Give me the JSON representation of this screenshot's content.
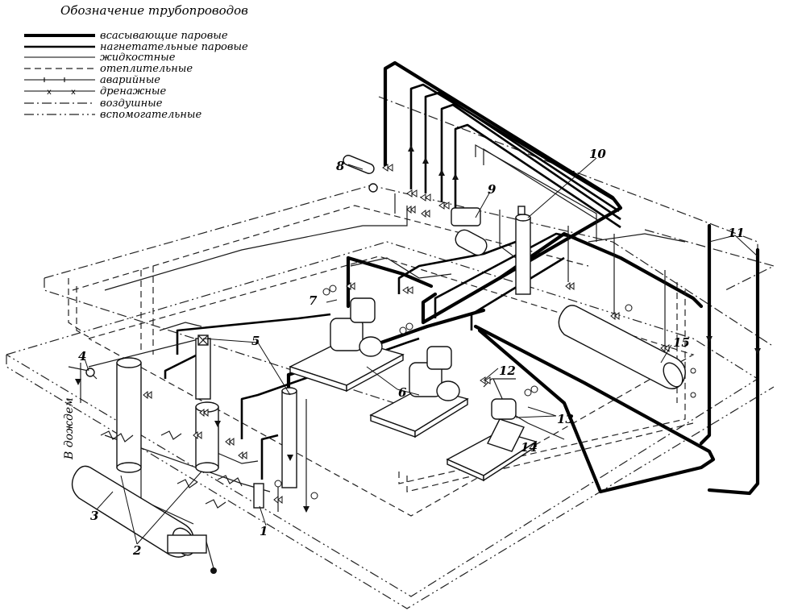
{
  "legend": {
    "title": "Обозначение трубопроводов",
    "items": [
      {
        "label": "всасывающие паровые",
        "style": "heavy"
      },
      {
        "label": "нагнетательные паровые",
        "style": "press"
      },
      {
        "label": "жидкостные",
        "style": "thin"
      },
      {
        "label": "отеплительные",
        "style": "dash"
      },
      {
        "label": "аварийные",
        "style": "thin-valves"
      },
      {
        "label": "дренажные",
        "style": "cross"
      },
      {
        "label": "воздушные",
        "style": "dashdot"
      },
      {
        "label": "вспомогательные",
        "style": "dashdot2"
      }
    ]
  },
  "side_label": "В дождем",
  "numbers": {
    "n1": "1",
    "n2": "2",
    "n3": "3",
    "n4": "4",
    "n5": "5",
    "n6": "6",
    "n7": "7",
    "n8": "8",
    "n9": "9",
    "n10": "10",
    "n11": "11",
    "n12": "12",
    "n13": "13",
    "n14": "14",
    "n15": "15"
  }
}
